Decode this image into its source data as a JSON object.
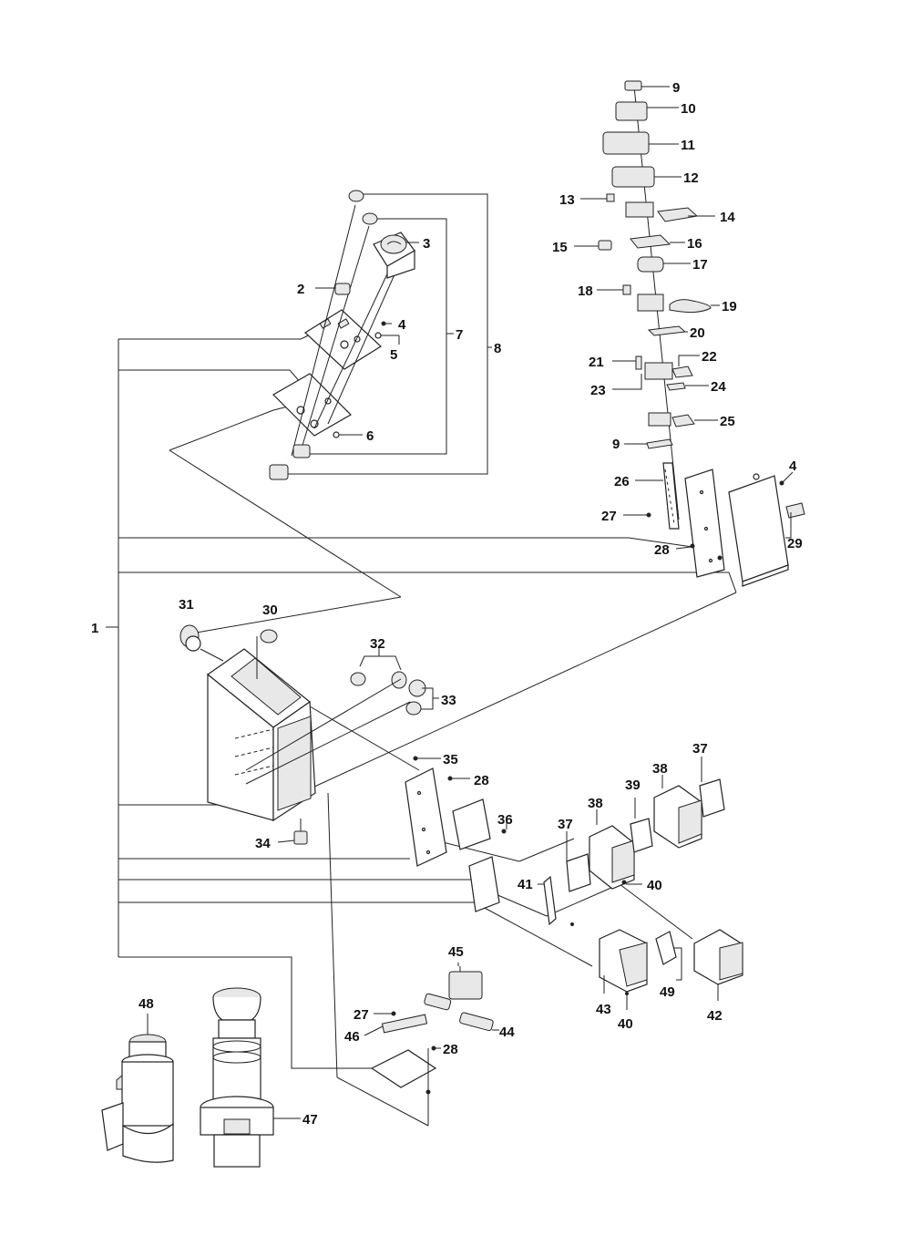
{
  "callouts": {
    "c1": "1",
    "c2": "2",
    "c3": "3",
    "c4a": "4",
    "c4b": "4",
    "c5": "5",
    "c6": "6",
    "c7": "7",
    "c8": "8",
    "c9a": "9",
    "c9b": "9",
    "c10": "10",
    "c11": "11",
    "c12": "12",
    "c13": "13",
    "c14": "14",
    "c15": "15",
    "c16": "16",
    "c17": "17",
    "c18": "18",
    "c19": "19",
    "c20": "20",
    "c21": "21",
    "c22": "22",
    "c23": "23",
    "c24": "24",
    "c25": "25",
    "c26": "26",
    "c27a": "27",
    "c27b": "27",
    "c28a": "28",
    "c28b": "28",
    "c28c": "28",
    "c29": "29",
    "c30": "30",
    "c31": "31",
    "c32": "32",
    "c33": "33",
    "c34": "34",
    "c35": "35",
    "c36": "36",
    "c37a": "37",
    "c37b": "37",
    "c38a": "38",
    "c38b": "38",
    "c39": "39",
    "c40a": "40",
    "c40b": "40",
    "c41": "41",
    "c42": "42",
    "c43": "43",
    "c44": "44",
    "c45": "45",
    "c46": "46",
    "c47": "47",
    "c48": "48",
    "c49": "49"
  }
}
